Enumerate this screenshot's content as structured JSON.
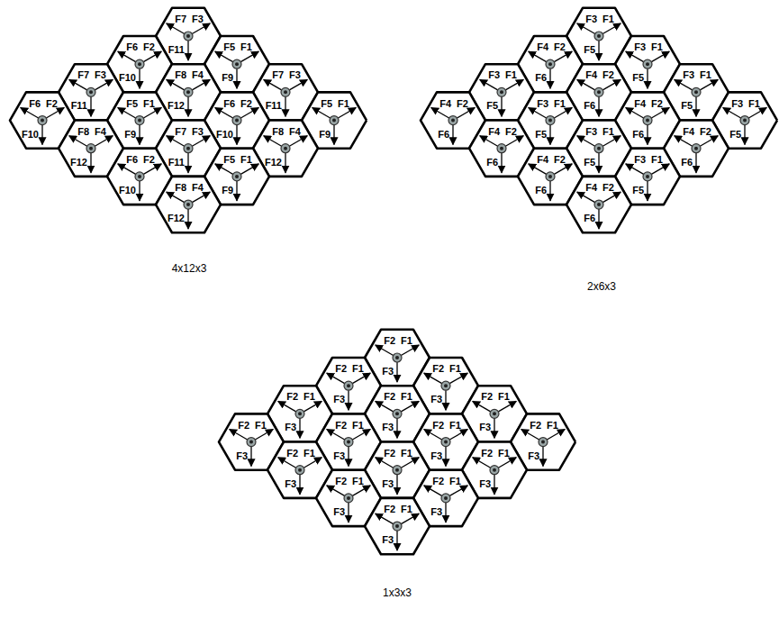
{
  "diagram": {
    "labels": [
      "F7",
      "F3",
      "F11",
      "F6",
      "F2",
      "F10",
      "F5",
      "F1",
      "F9",
      "F7",
      "F3",
      "F11",
      "F8",
      "F4",
      "F12",
      "F7",
      "F3",
      "F11",
      "F6",
      "F2",
      "F10",
      "F5",
      "F1",
      "F9",
      "F6",
      "F2",
      "F10",
      "F5",
      "F1",
      "F9",
      "F8",
      "F4",
      "F12",
      "F7",
      "F3",
      "F11",
      "F8",
      "F4",
      "F12",
      "F6",
      "F2",
      "F10",
      "F5",
      "F1",
      "F9",
      "F8",
      "F4",
      "F12",
      "4x12x3",
      "F3",
      "F1",
      "F5",
      "F4",
      "F2",
      "F6",
      "F3",
      "F1",
      "F5",
      "F3",
      "F1",
      "F5",
      "F4",
      "F2",
      "F6",
      "F3",
      "F1",
      "F5",
      "F4",
      "F2",
      "F6",
      "F3",
      "F1",
      "F5",
      "F4",
      "F2",
      "F6",
      "F3",
      "F1",
      "F5",
      "F4",
      "F2",
      "F6",
      "F3",
      "F1",
      "F5",
      "F4",
      "F2",
      "F6",
      "F4",
      "F2",
      "F6",
      "F3",
      "F1",
      "F5",
      "F4",
      "F2",
      "F6",
      "2x6x3",
      "F2",
      "F1",
      "F3",
      "F2",
      "F1",
      "F3",
      "F2",
      "F1",
      "F3",
      "F2",
      "F1",
      "F3",
      "F2",
      "F1",
      "F3",
      "F2",
      "F1",
      "F3",
      "F2",
      "F1",
      "F3",
      "F2",
      "F1",
      "F3",
      "F2",
      "F1",
      "F3",
      "F2",
      "F1",
      "F3",
      "F2",
      "F1",
      "F3",
      "F2",
      "F1",
      "F3",
      "F2",
      "F1",
      "F3",
      "F2",
      "F1",
      "F3",
      "F2",
      "F1",
      "F3",
      "F2",
      "F1",
      "F3",
      "1x3x3"
    ]
  }
}
